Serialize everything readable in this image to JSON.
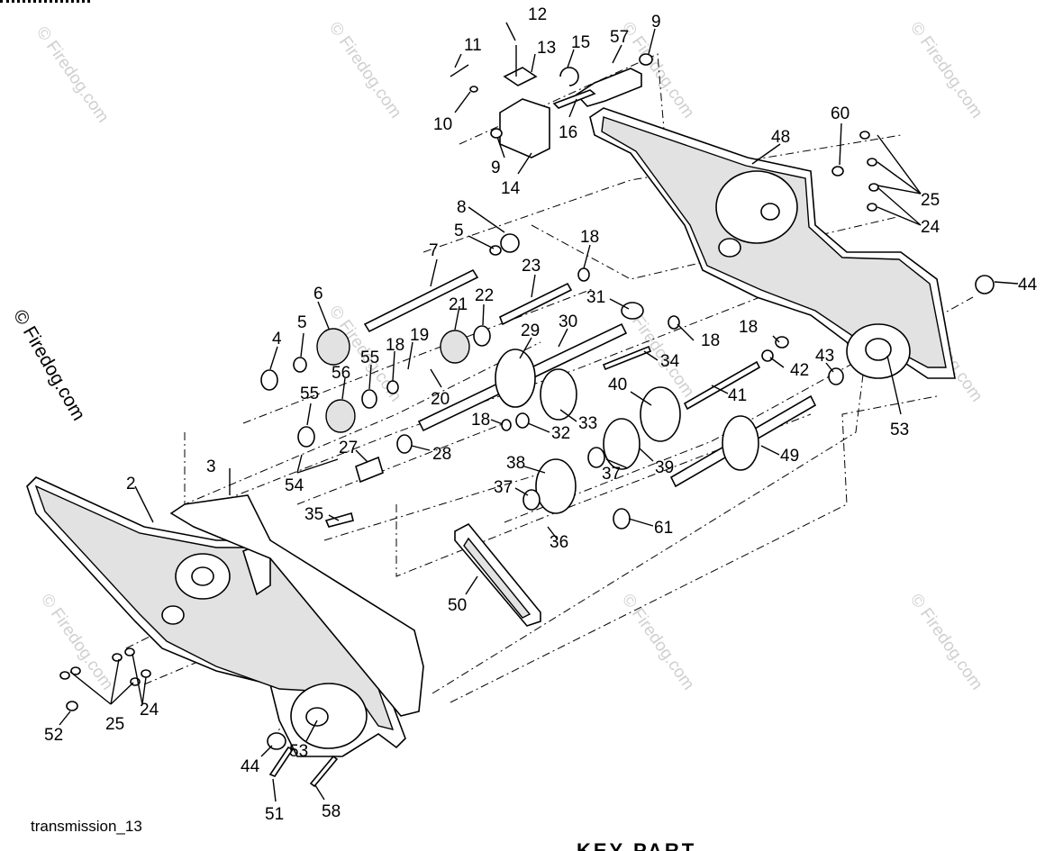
{
  "diagram_id": "transmission_13",
  "copyright_side": "© Firedog.com",
  "watermark": "© Firedog.com",
  "bottom_text": "KEY   PART",
  "parts": {
    "p2": "2",
    "p3": "3",
    "p4": "4",
    "p5a": "5",
    "p5b": "5",
    "p6": "6",
    "p7": "7",
    "p8": "8",
    "p9a": "9",
    "p9b": "9",
    "p10": "10",
    "p11": "11",
    "p12": "12",
    "p13": "13",
    "p14": "14",
    "p15": "15",
    "p16": "16",
    "p18a": "18",
    "p18b": "18",
    "p18c": "18",
    "p18d": "18",
    "p18e": "18",
    "p19": "19",
    "p20": "20",
    "p21": "21",
    "p22": "22",
    "p23": "23",
    "p24a": "24",
    "p24b": "24",
    "p25a": "25",
    "p25b": "25",
    "p27": "27",
    "p28": "28",
    "p29": "29",
    "p30": "30",
    "p31": "31",
    "p32": "32",
    "p33": "33",
    "p34": "34",
    "p35": "35",
    "p36": "36",
    "p37a": "37",
    "p37b": "37",
    "p38": "38",
    "p39": "39",
    "p40": "40",
    "p41": "41",
    "p42": "42",
    "p43": "43",
    "p44a": "44",
    "p44b": "44",
    "p48": "48",
    "p49": "49",
    "p50": "50",
    "p51": "51",
    "p52": "52",
    "p53a": "53",
    "p53b": "53",
    "p54": "54",
    "p55a": "55",
    "p55b": "55",
    "p56": "56",
    "p57": "57",
    "p58": "58",
    "p60": "60",
    "p61": "61"
  }
}
